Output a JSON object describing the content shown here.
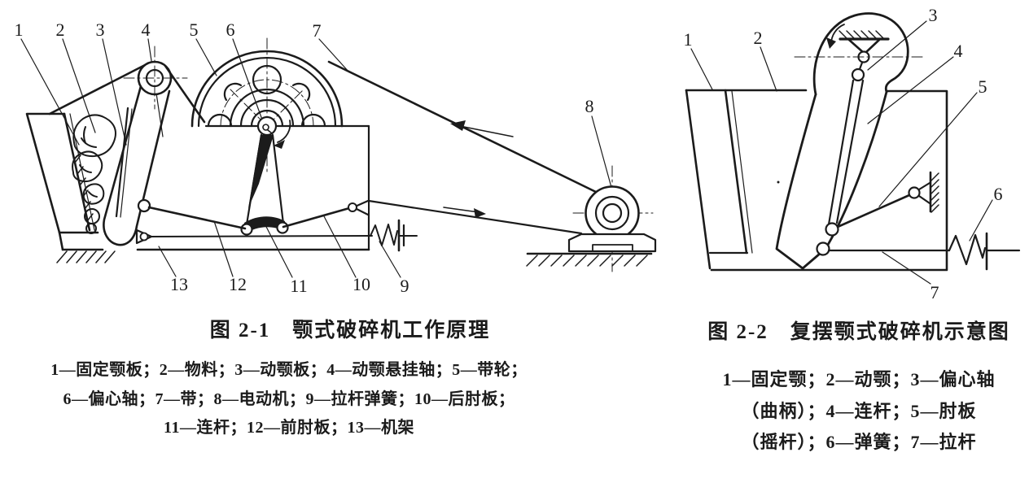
{
  "colors": {
    "ink": "#1b1b1b",
    "background": "#ffffff"
  },
  "figures": {
    "left": {
      "title": "图 2-1　颚式破碎机工作原理",
      "legend": [
        "1—固定颚板；2—物料；3—动颚板；4—动颚悬挂轴；5—带轮；",
        "6—偏心轴；7—带；8—电动机；9—拉杆弹簧；10—后肘板；",
        "11—连杆；12—前肘板；13—机架"
      ],
      "labels": [
        "1",
        "2",
        "3",
        "4",
        "5",
        "6",
        "7",
        "8",
        "9",
        "10",
        "11",
        "12",
        "13"
      ]
    },
    "right": {
      "title": "图 2-2　复摆颚式破碎机示意图",
      "legend": [
        "1—固定颚；2—动颚；3—偏心轴",
        "（曲柄）；4—连杆；5—肘板",
        "（摇杆）；6—弹簧；7—拉杆"
      ],
      "labels": [
        "1",
        "2",
        "3",
        "4",
        "5",
        "6",
        "7"
      ]
    }
  }
}
